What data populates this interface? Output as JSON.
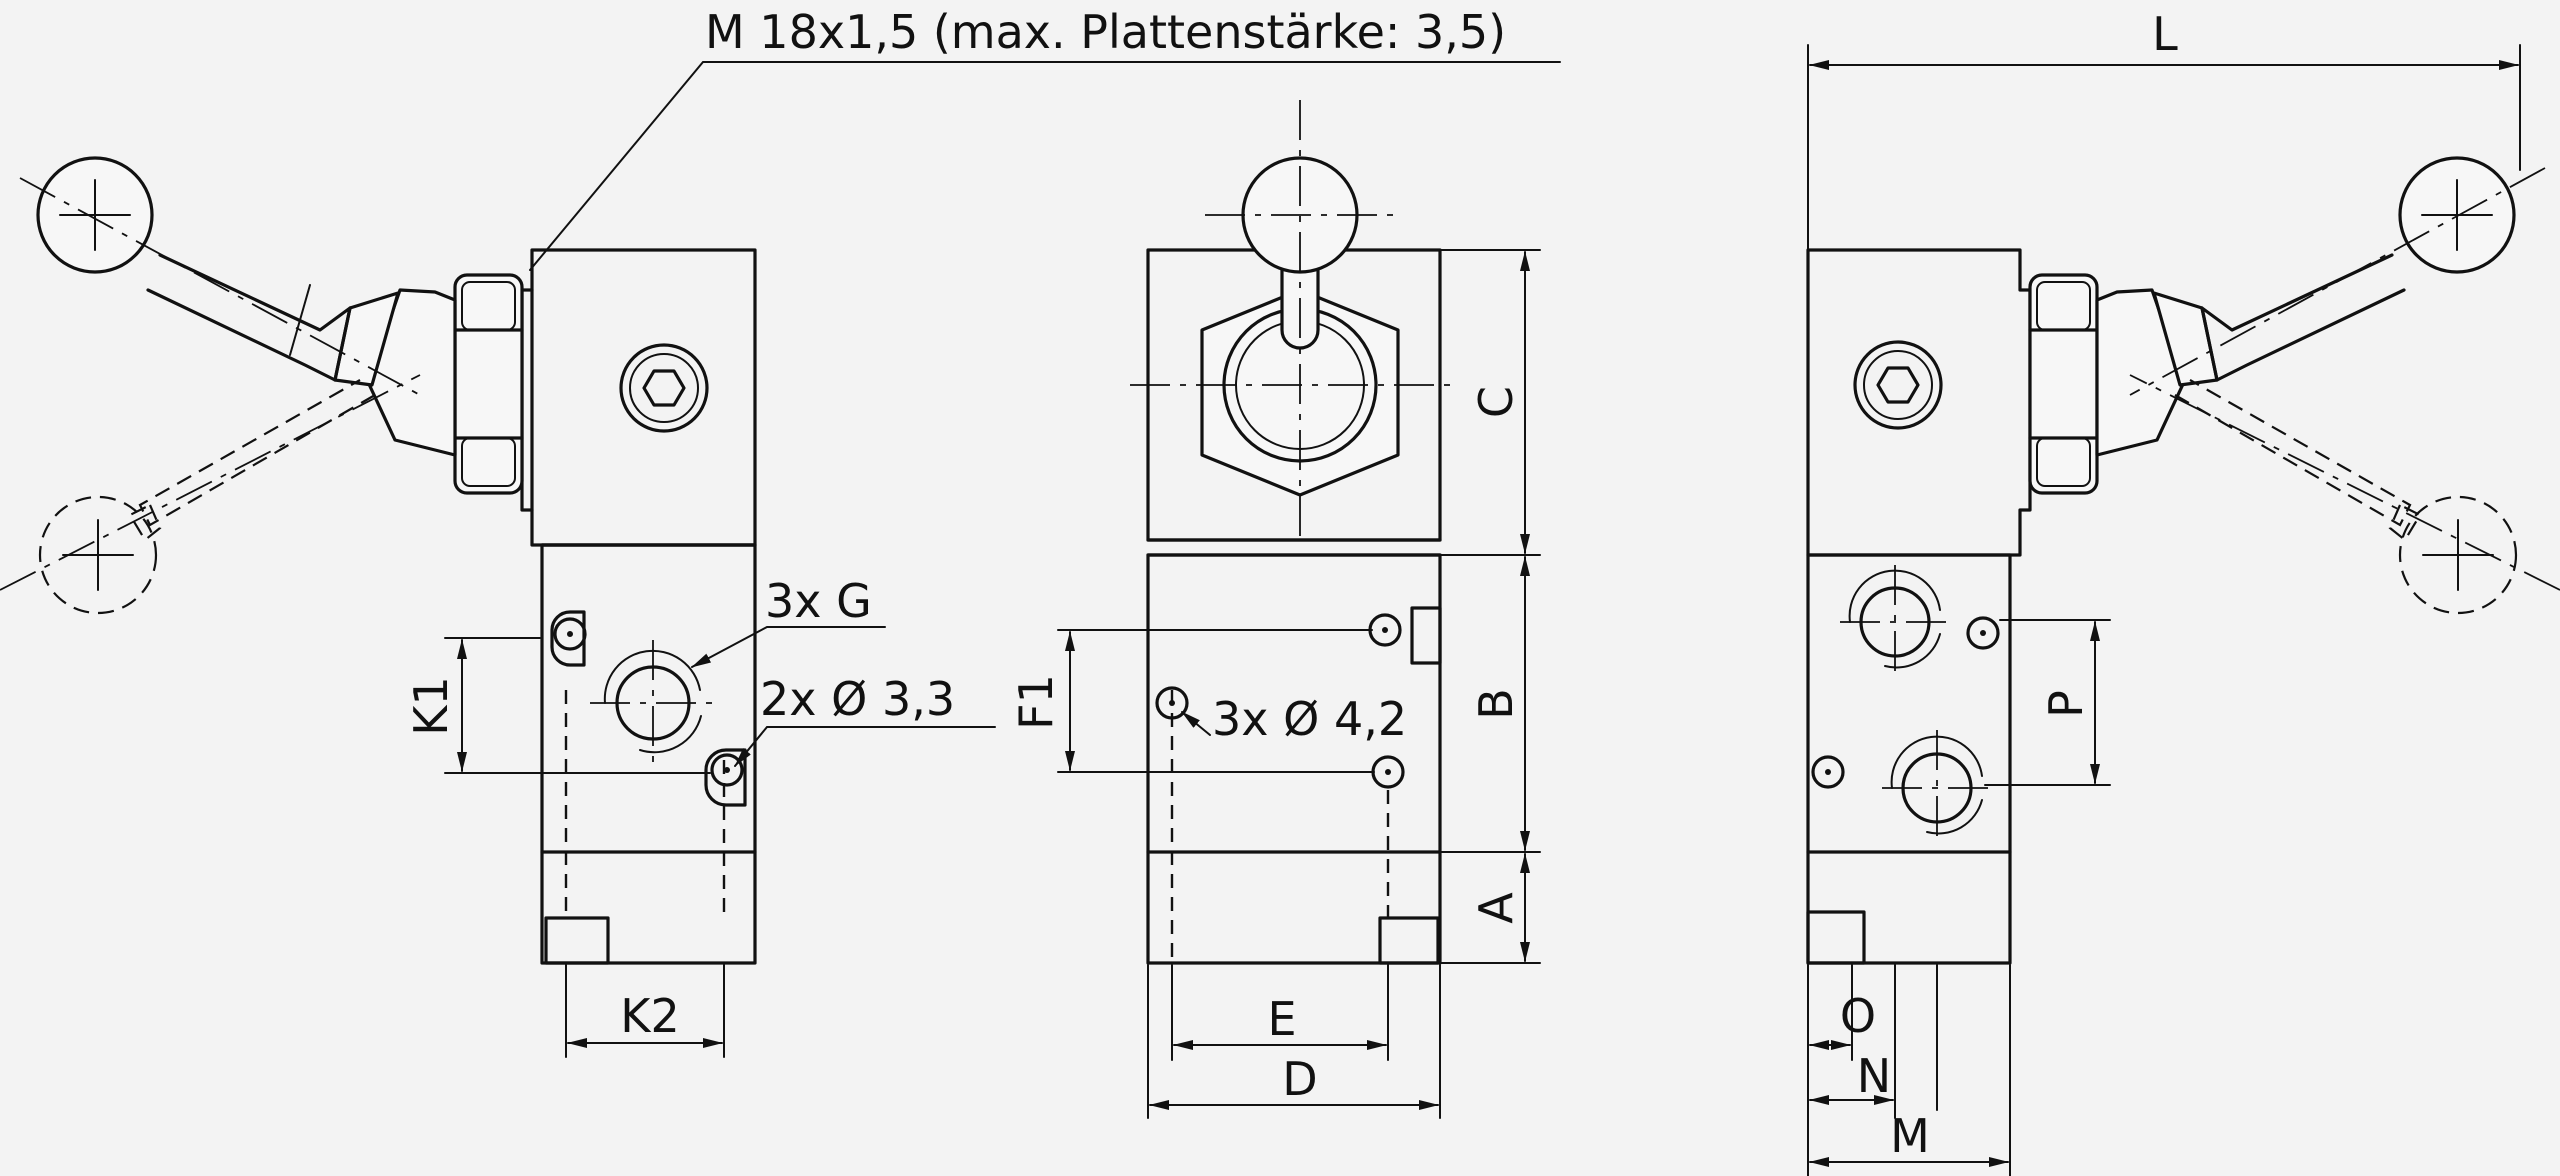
{
  "labels": {
    "thread": "M 18x1,5 (max. Plattenstärke: 3,5)",
    "ports_g": "3x G",
    "holes_33": "2x Ø 3,3",
    "holes_42": "3x Ø 4,2",
    "dim_k1": "K1",
    "dim_k2": "K2",
    "dim_f1": "F1",
    "dim_a": "A",
    "dim_b": "B",
    "dim_c": "C",
    "dim_d": "D",
    "dim_e": "E",
    "dim_l": "L",
    "dim_m": "M",
    "dim_n": "N",
    "dim_o": "O",
    "dim_p": "P"
  }
}
